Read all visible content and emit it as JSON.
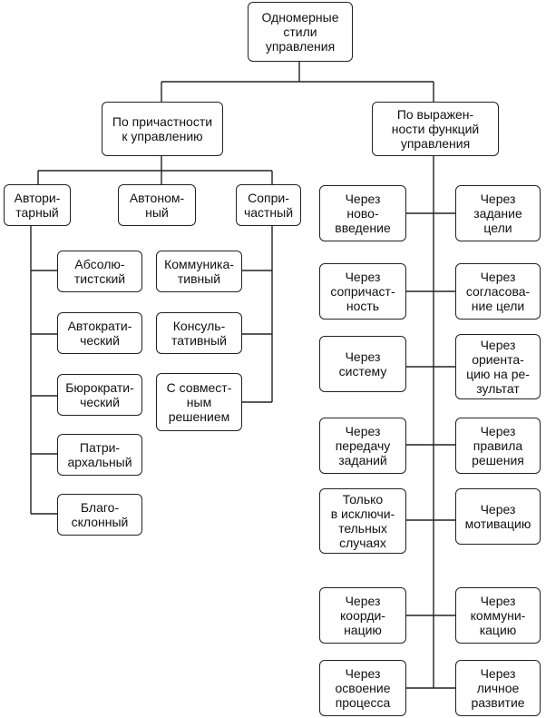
{
  "root": "Одномерные\nстили\nуправления",
  "branches": {
    "involvement": {
      "label": "По причастности\nк управлению",
      "styles": {
        "authoritarian": {
          "label": "Автори-\nтарный",
          "subtypes": [
            "Абсолю-\nтистский",
            "Автократи-\nческий",
            "Бюрократи-\nческий",
            "Патри-\nархальный",
            "Благо-\nсклонный"
          ]
        },
        "autonomous": {
          "label": "Автоном-\nный"
        },
        "participative": {
          "label": "Сопри-\nчастный",
          "subtypes": [
            "Коммуника-\nтивный",
            "Консуль-\nтативный",
            "С совмест-\nным\nрешением"
          ]
        }
      }
    },
    "functions": {
      "label": "По выражен-\nности функций\nуправления",
      "left": [
        "Через\nново-\nвведение",
        "Через\nсопричаст-\nность",
        "Через\nсистему",
        "Через\nпередачу\nзаданий",
        "Только\nв исключи-\nтельных\nслучаях",
        "Через\nкоорди-\nнацию",
        "Через\nосвоение\nпроцесса"
      ],
      "right": [
        "Через\nзадание\nцели",
        "Через\nсогласова-\nние цели",
        "Через\nориента-\nцию на ре-\nзультат",
        "Через\nправила\nрешения",
        "Через\nмотивацию",
        "Через\nкоммуни-\nкацию",
        "Через\nличное\nразвитие"
      ]
    }
  }
}
